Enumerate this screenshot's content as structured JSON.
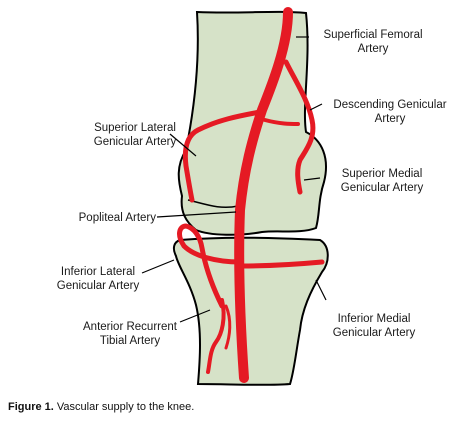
{
  "labels": {
    "superficial_femoral": [
      "Superficial Femoral",
      "Artery"
    ],
    "descending_genicular": [
      "Descending Genicular",
      "Artery"
    ],
    "superior_lateral": [
      "Superior Lateral",
      "Genicular Artery"
    ],
    "superior_medial": [
      "Superior Medial",
      "Genicular Artery"
    ],
    "popliteal": [
      "Popliteal Artery"
    ],
    "inferior_lateral": [
      "Inferior Lateral",
      "Genicular Artery"
    ],
    "inferior_medial": [
      "Inferior Medial",
      "Genicular Artery"
    ],
    "anterior_recurrent": [
      "Anterior Recurrent",
      "Tibial Artery"
    ]
  },
  "caption": {
    "prefix": "Figure 1.",
    "text": " Vascular supply to the knee."
  },
  "colors": {
    "bone_fill": "#d6e2c8",
    "outline": "#000000",
    "artery": "#e51a24"
  }
}
